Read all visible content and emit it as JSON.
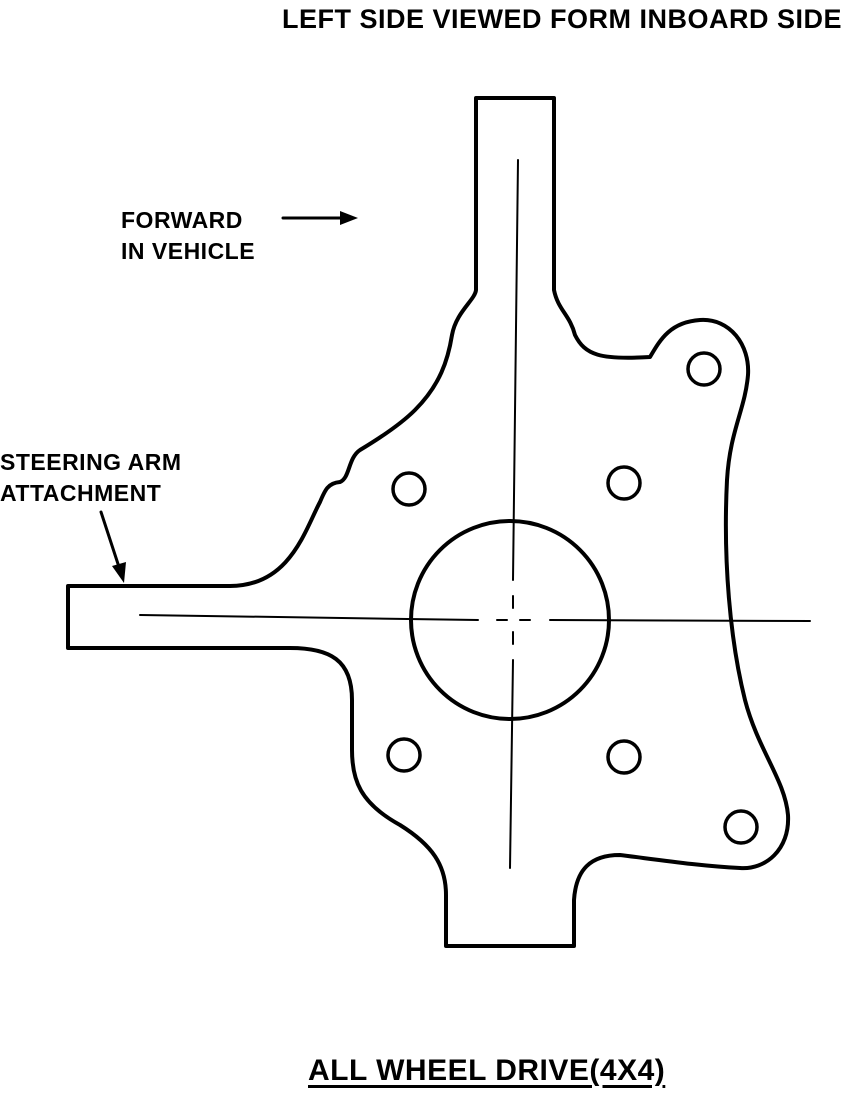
{
  "diagram": {
    "title": "LEFT SIDE VIEWED FORM INBOARD SIDE",
    "forward_label": {
      "line1": "FORWARD",
      "line2": "IN VEHICLE"
    },
    "steering_label": {
      "line1": "STEERING ARM",
      "line2": "ATTACHMENT"
    },
    "caption": "ALL WHEEL DRIVE(4X4)"
  },
  "colors": {
    "ink": "#000000",
    "background": "#ffffff"
  }
}
